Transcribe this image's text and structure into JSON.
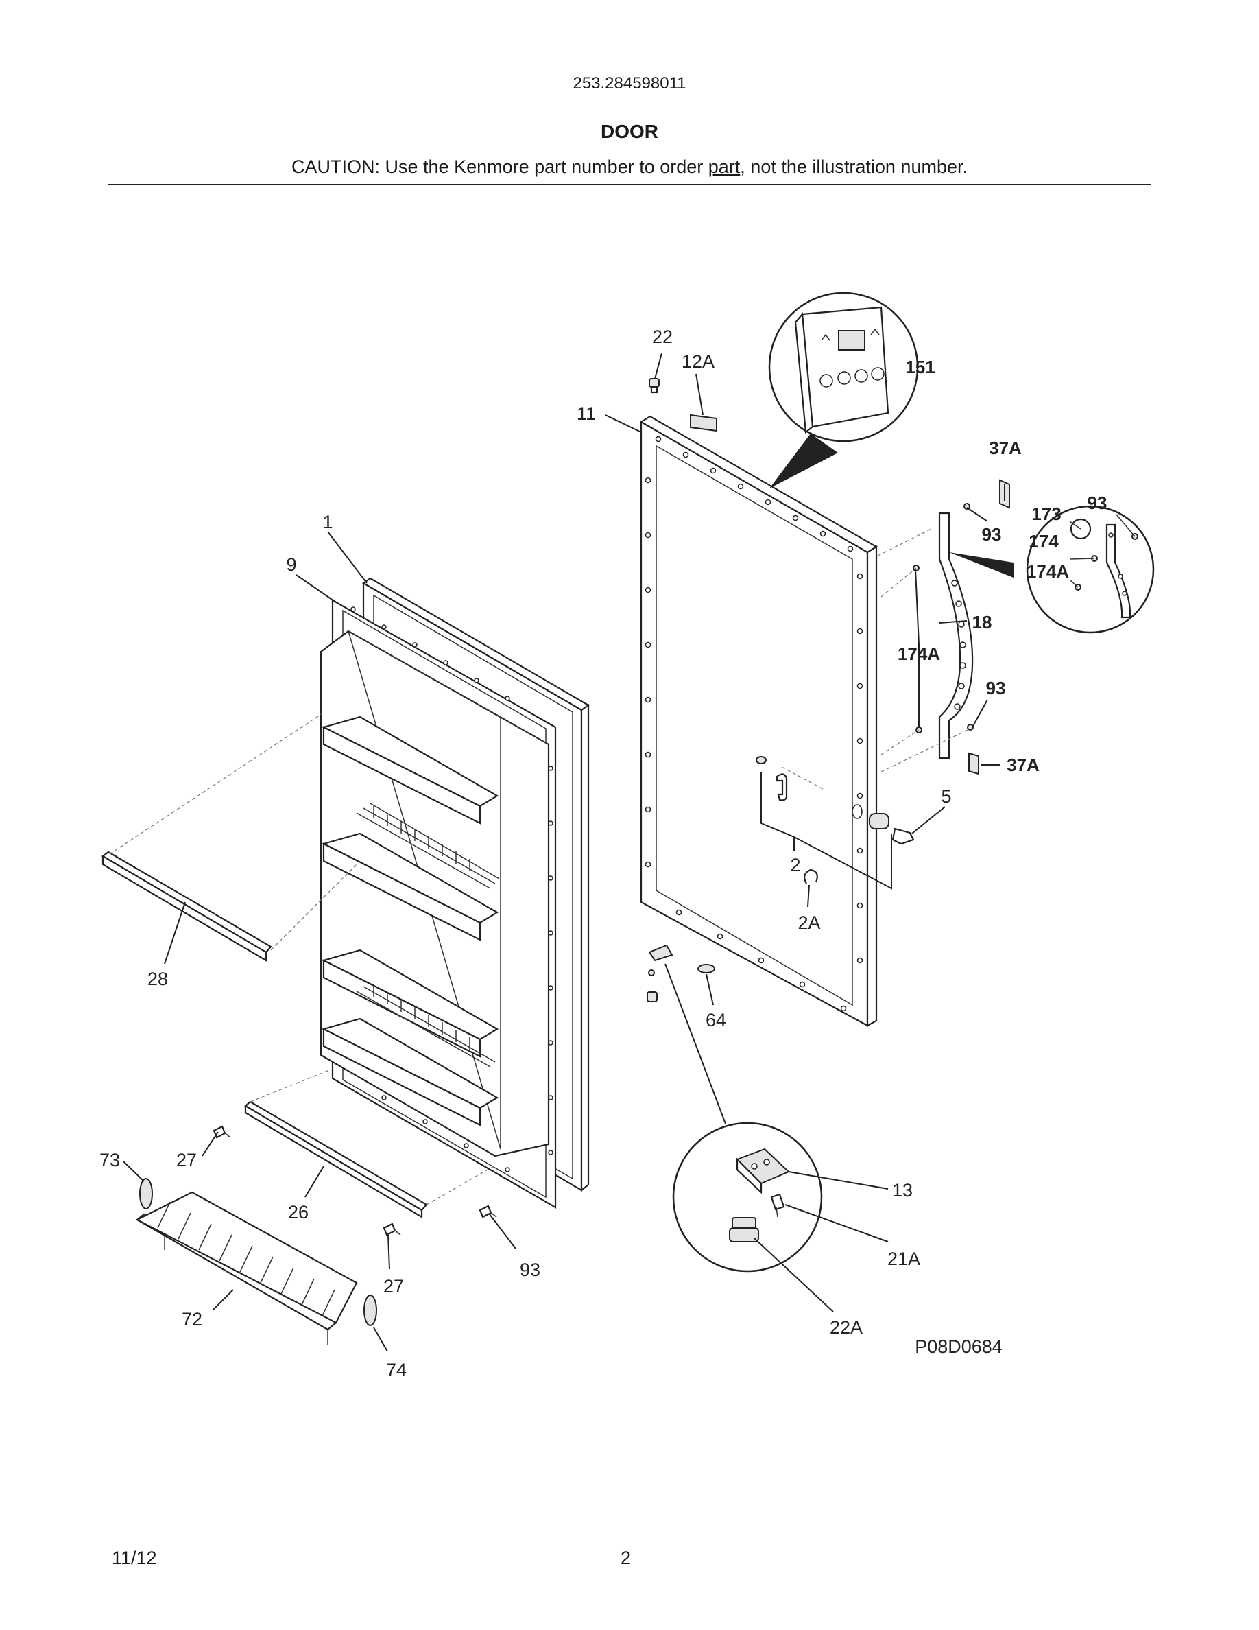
{
  "header": {
    "model_number": "253.284598011",
    "section_title": "DOOR",
    "caution_prefix": "CAUTION: Use the Kenmore part number to order ",
    "caution_underlined": "part",
    "caution_suffix": ", not the illustration number."
  },
  "diagram": {
    "drawing_code": "P08D0684",
    "callouts": {
      "c22": "22",
      "c12A": "12A",
      "c11": "11",
      "c151": "151",
      "c37A_top": "37A",
      "c93_a": "93",
      "c173": "173",
      "c93_b": "93",
      "c174": "174",
      "c174A_a": "174A",
      "c18": "18",
      "c174A_b": "174A",
      "c93_c": "93",
      "c37A_bottom": "37A",
      "c5": "5",
      "c2": "2",
      "c2A": "2A",
      "c64": "64",
      "c1": "1",
      "c9": "9",
      "c28": "28",
      "c73": "73",
      "c27_a": "27",
      "c26": "26",
      "c27_b": "27",
      "c93_d": "93",
      "c72": "72",
      "c74": "74",
      "c13": "13",
      "c21A": "21A",
      "c22A": "22A"
    }
  },
  "footer": {
    "date": "11/12",
    "page_number": "2"
  }
}
